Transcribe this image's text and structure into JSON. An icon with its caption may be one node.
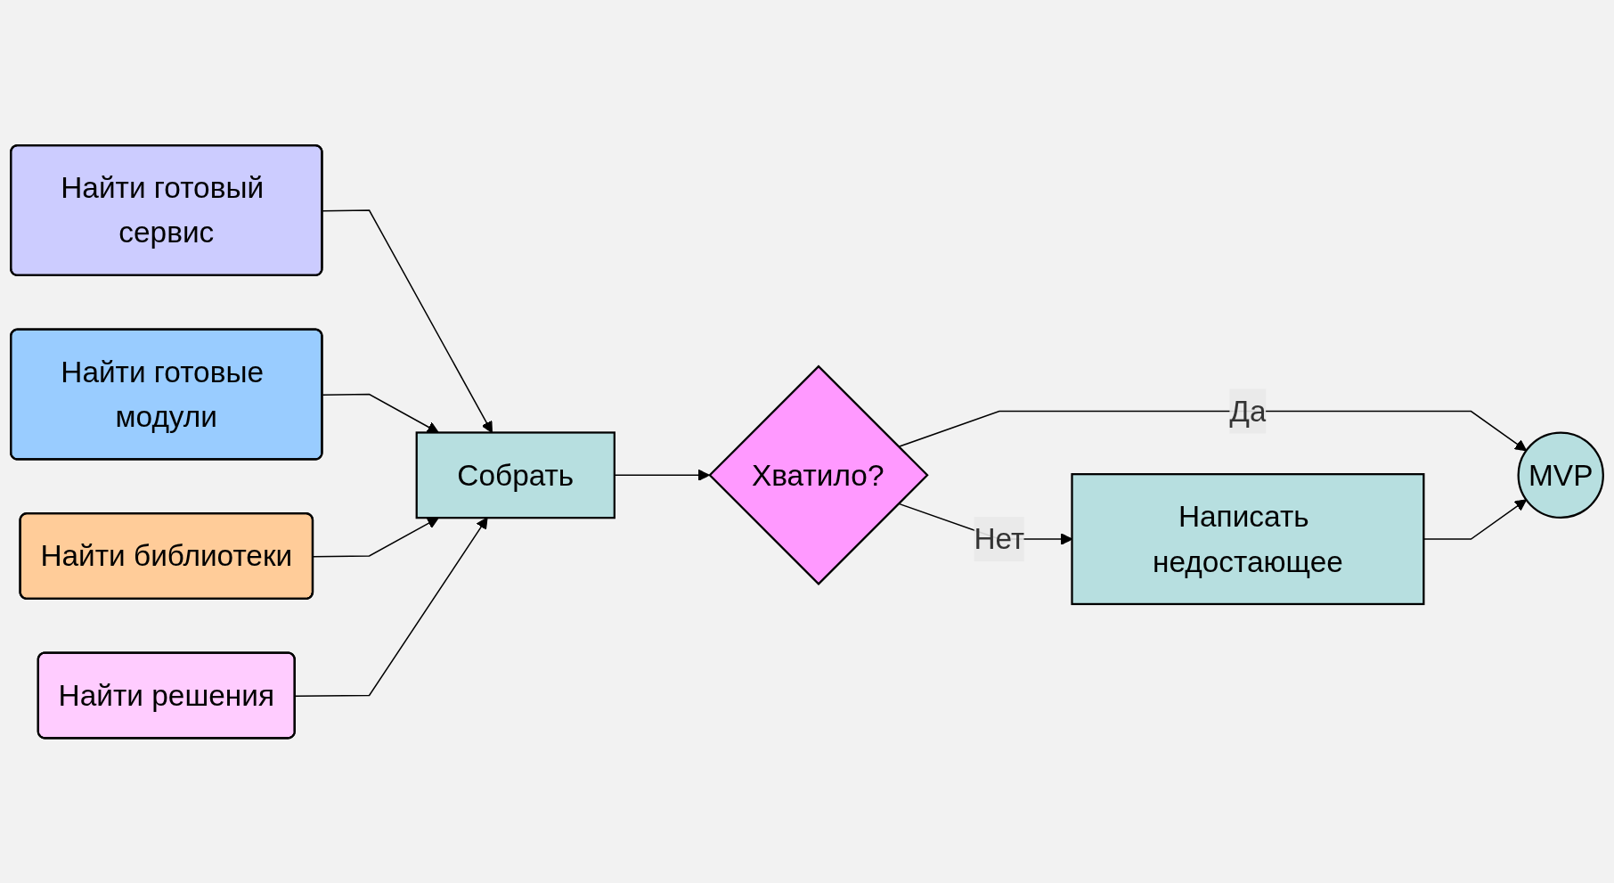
{
  "diagram": {
    "nodes": [
      {
        "text": [
          "Найти готовый сервис"
        ]
      },
      {
        "text": [
          "Найти готовые модули"
        ]
      },
      {
        "text": [
          "Найти библиотеки"
        ]
      },
      {
        "text": [
          "Найти решения"
        ]
      },
      {
        "text": [
          "Собрать"
        ]
      },
      {
        "text": [
          "Хватило?"
        ]
      },
      {
        "text": [
          "MVP"
        ]
      },
      {
        "text": [
          "Написать недостающее"
        ]
      }
    ],
    "edges": [
      {
        "from": 0,
        "to": 4,
        "arrow": "to"
      },
      {
        "from": 1,
        "to": 4,
        "arrow": "to"
      },
      {
        "from": 2,
        "to": 4,
        "arrow": "to"
      },
      {
        "from": 3,
        "to": 4,
        "arrow": "to"
      },
      {
        "from": 4,
        "to": 5,
        "arrow": "to"
      },
      {
        "from": 5,
        "to": 6,
        "label": "Да",
        "arrow": "to"
      },
      {
        "from": 5,
        "to": 7,
        "label": "Нет",
        "arrow": "to"
      },
      {
        "from": 7,
        "to": 6,
        "arrow": "to"
      }
    ]
  }
}
